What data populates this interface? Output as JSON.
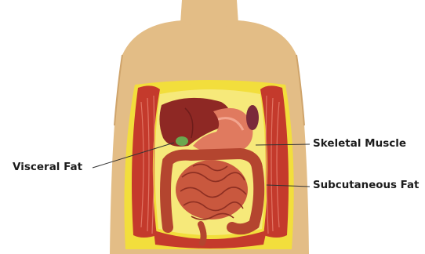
{
  "labels": {
    "visceral_fat": "Visceral Fat",
    "skeletal_muscle": "Skeletal Muscle",
    "subcutaneous_fat": "Subcutaneous Fat"
  },
  "colors": {
    "skin": "#e3bd86",
    "skin_shade": "#d7ad73",
    "subcutaneous_fat": "#f2de3c",
    "muscle": "#c43a2c",
    "muscle_light": "#e07363",
    "visceral_fat": "#f6e97a",
    "liver": "#8e2824",
    "stomach": "#e07a5f",
    "intestine": "#c9583e",
    "leader_line": "#333333"
  }
}
